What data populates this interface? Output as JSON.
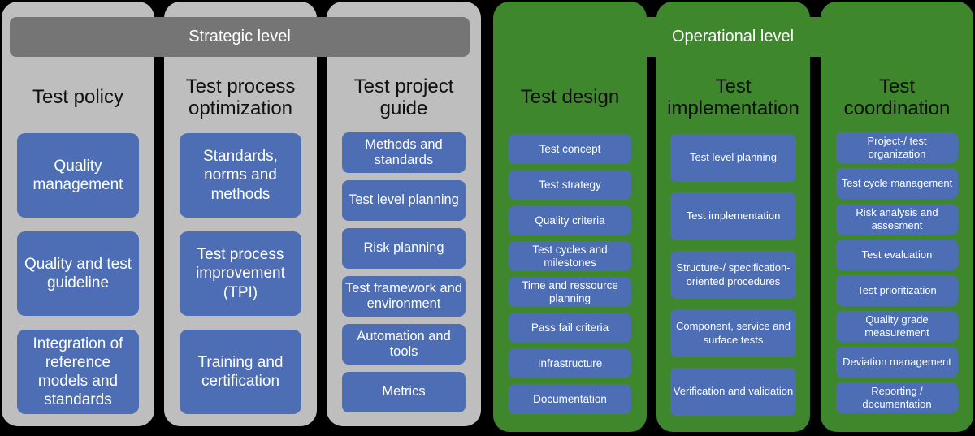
{
  "banners": {
    "strategic": {
      "label": "Strategic level"
    },
    "operational": {
      "label": "Operational level"
    }
  },
  "colors": {
    "background": "#000000",
    "strategic_column": "#bebebe",
    "strategic_banner": "#757575",
    "operational_green": "#3e872d",
    "item_box_blue": "#4d6eb4",
    "item_box_text": "#ffffff",
    "column_header_text": "#101010",
    "banner_text": "#ffffff"
  },
  "columns": [
    {
      "level": "strategic",
      "title": "Test policy",
      "items": [
        "Quality management",
        "Quality and test guideline",
        "Integration of reference models and standards"
      ]
    },
    {
      "level": "strategic",
      "title": "Test process optimization",
      "items": [
        "Standards, norms and methods",
        "Test process improvement (TPI)",
        "Training and certification"
      ]
    },
    {
      "level": "strategic",
      "title": "Test project guide",
      "items": [
        "Methods and standards",
        "Test level planning",
        "Risk planning",
        "Test framework and environment",
        "Automation and tools",
        "Metrics"
      ]
    },
    {
      "level": "operational",
      "title": "Test design",
      "items": [
        "Test concept",
        "Test strategy",
        "Quality criteria",
        "Test cycles and milestones",
        "Time and ressource planning",
        "Pass fail criteria",
        "Infrastructure",
        "Documentation"
      ]
    },
    {
      "level": "operational",
      "title": "Test implementation",
      "items": [
        "Test level planning",
        "Test implementation",
        "Structure-/ specification-oriented procedures",
        "Component, service and surface tests",
        "Verification and validation"
      ]
    },
    {
      "level": "operational",
      "title": "Test coordination",
      "items": [
        "Project-/ test organization",
        "Test cycle management",
        "Risk analysis and assesment",
        "Test evaluation",
        "Test prioritization",
        "Quality grade measurement",
        "Deviation management",
        "Reporting / documentation"
      ]
    }
  ]
}
